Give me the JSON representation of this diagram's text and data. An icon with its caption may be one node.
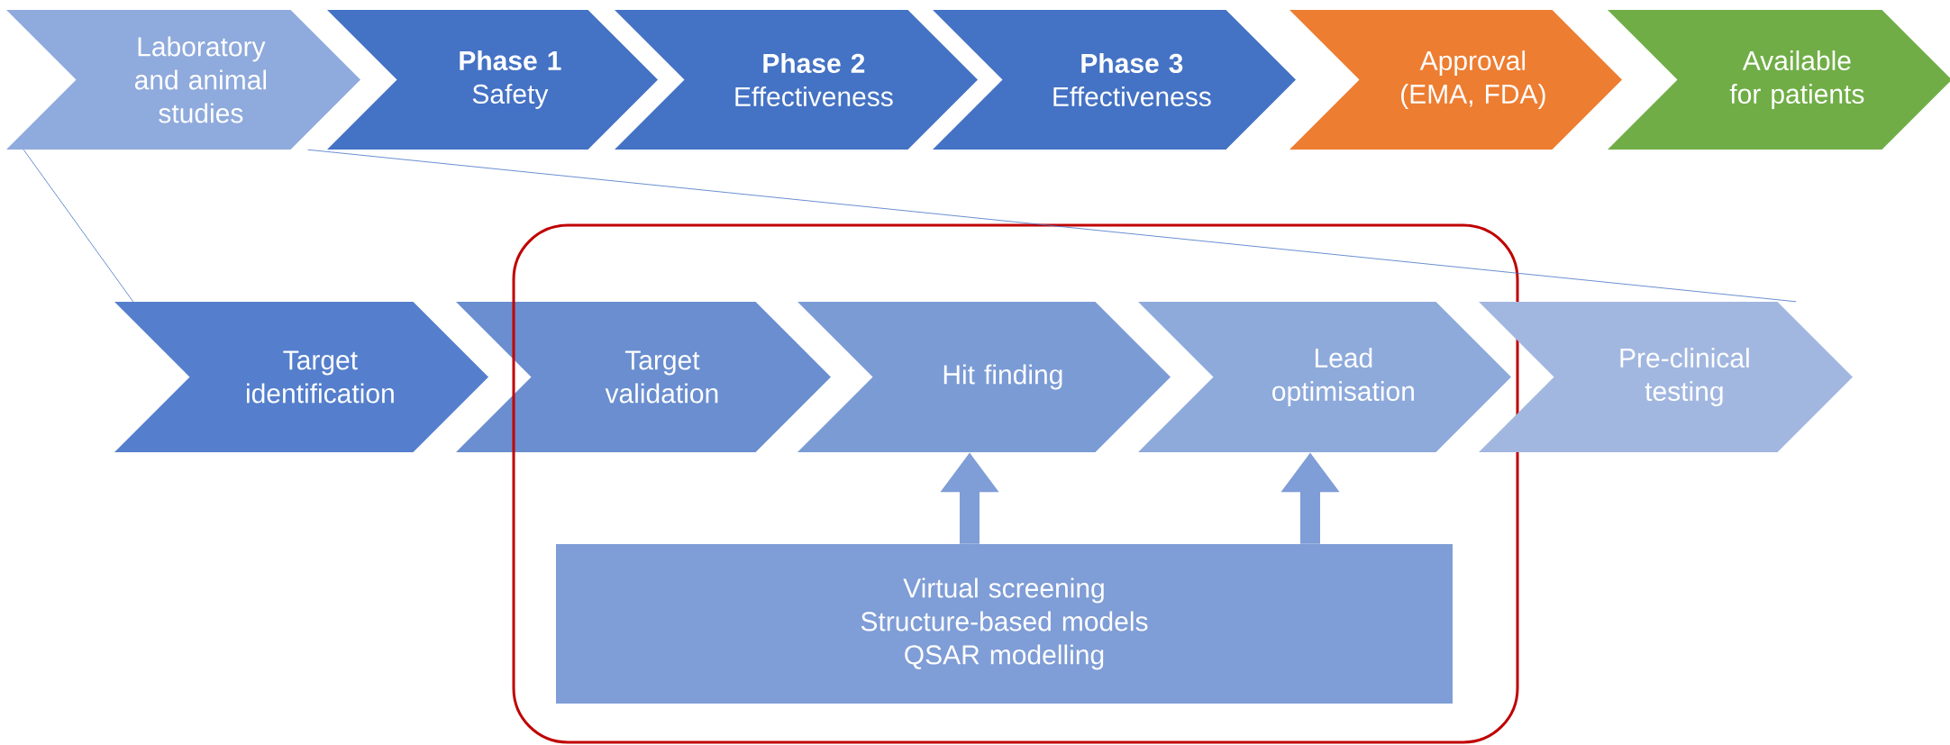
{
  "diagram": {
    "nodes": [
      {
        "text": [
          "Laboratory and animal studies"
        ]
      },
      {
        "text": [
          "Phase 1",
          "Safety"
        ]
      },
      {
        "text": [
          "Phase 2",
          "Effectiveness"
        ]
      },
      {
        "text": [
          "Phase 3",
          "Effectiveness"
        ]
      },
      {
        "text": [
          "Approval (EMA, FDA)"
        ]
      },
      {
        "text": [
          "Available for patients"
        ]
      },
      {
        "text": [
          "Target identification"
        ]
      },
      {
        "text": [
          "Target validation"
        ]
      },
      {
        "text": [],
        "shape": "box"
      },
      {
        "text": [
          "Hit finding"
        ],
        "in": 8
      },
      {
        "text": [
          "Lead optimisation"
        ],
        "in": 8
      },
      {
        "text": [
          "Pre-clinical testing"
        ]
      },
      {
        "text": [
          "Virtual screening",
          "Structure-based models",
          "QSAR modelling"
        ],
        "in": 8
      }
    ],
    "edges": [
      {
        "from": 0,
        "to": 6,
        "arrow": "none"
      },
      {
        "from": 0,
        "to": 11,
        "arrow": "none"
      },
      {
        "from": 12,
        "to": 9,
        "arrow": "to",
        "style": "thick",
        "color": "#7f9dd6"
      },
      {
        "from": 12,
        "to": 10,
        "arrow": "to",
        "style": "thick",
        "color": "#7f9dd6"
      }
    ]
  }
}
